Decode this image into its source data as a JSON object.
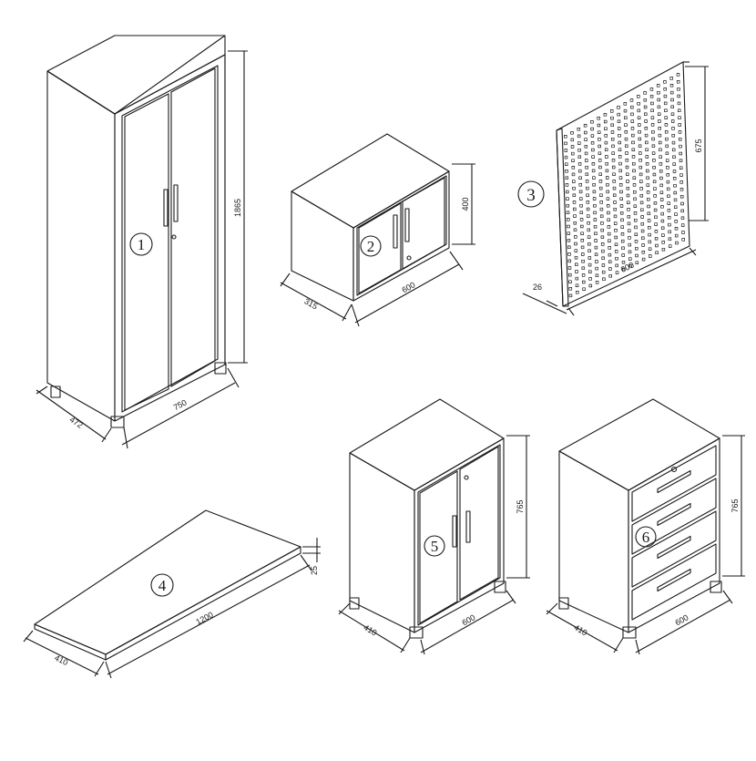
{
  "items": [
    {
      "number": "1",
      "name": "tall-cabinet",
      "dims": {
        "height": "1865",
        "width": "750",
        "depth": "472"
      }
    },
    {
      "number": "2",
      "name": "wall-cabinet",
      "dims": {
        "height": "400",
        "width": "600",
        "depth": "315"
      }
    },
    {
      "number": "3",
      "name": "pegboard",
      "dims": {
        "height": "675",
        "width": "600",
        "depth": "26"
      }
    },
    {
      "number": "4",
      "name": "worktop",
      "dims": {
        "width": "1200",
        "depth": "410",
        "thickness": "25"
      }
    },
    {
      "number": "5",
      "name": "base-cabinet",
      "dims": {
        "height": "765",
        "width": "600",
        "depth": "410"
      }
    },
    {
      "number": "6",
      "name": "drawer-cabinet",
      "dims": {
        "height": "765",
        "width": "600",
        "depth": "410"
      },
      "drawer_count": 4
    }
  ],
  "colors": {
    "line": "#1a1a1a",
    "background": "#ffffff"
  }
}
